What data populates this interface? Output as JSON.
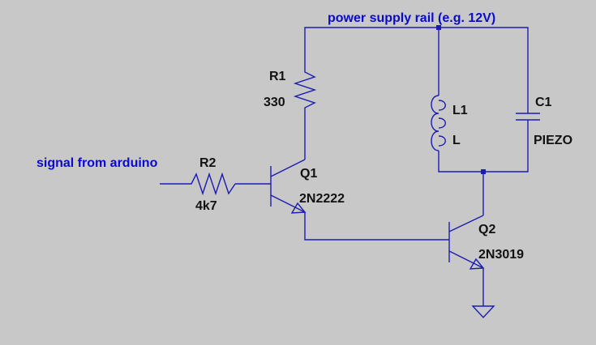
{
  "net_labels": {
    "power_rail": "power supply rail (e.g. 12V)",
    "input_signal": "signal from arduino"
  },
  "components": {
    "r1": {
      "ref": "R1",
      "value": "330"
    },
    "r2": {
      "ref": "R2",
      "value": "4k7"
    },
    "l1": {
      "ref": "L1",
      "value": "L"
    },
    "c1": {
      "ref": "C1",
      "value": "PIEZO"
    },
    "q1": {
      "ref": "Q1",
      "value": "2N2222"
    },
    "q2": {
      "ref": "Q2",
      "value": "2N3019"
    }
  },
  "colors": {
    "background": "#c8c8c8",
    "wire": "#1c1cb0",
    "net_label": "#0a0acc",
    "component_label": "#111111"
  }
}
